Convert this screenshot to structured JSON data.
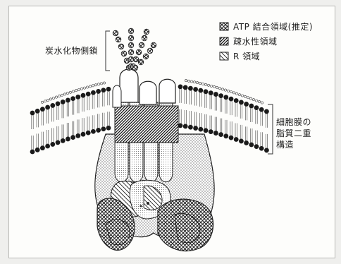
{
  "labels": {
    "sugar_chain": "炭水化物側鎖",
    "membrane_line1": "細胞膜の",
    "membrane_line2": "脂質二重",
    "membrane_line3": "構造"
  },
  "legend": [
    {
      "label": "ATP 結合領域(推定)",
      "pattern": "crosshatch"
    },
    {
      "label": "疎水性領域",
      "pattern": "hatch-dense"
    },
    {
      "label": "R 領域",
      "pattern": "hatch-sparse"
    }
  ]
}
